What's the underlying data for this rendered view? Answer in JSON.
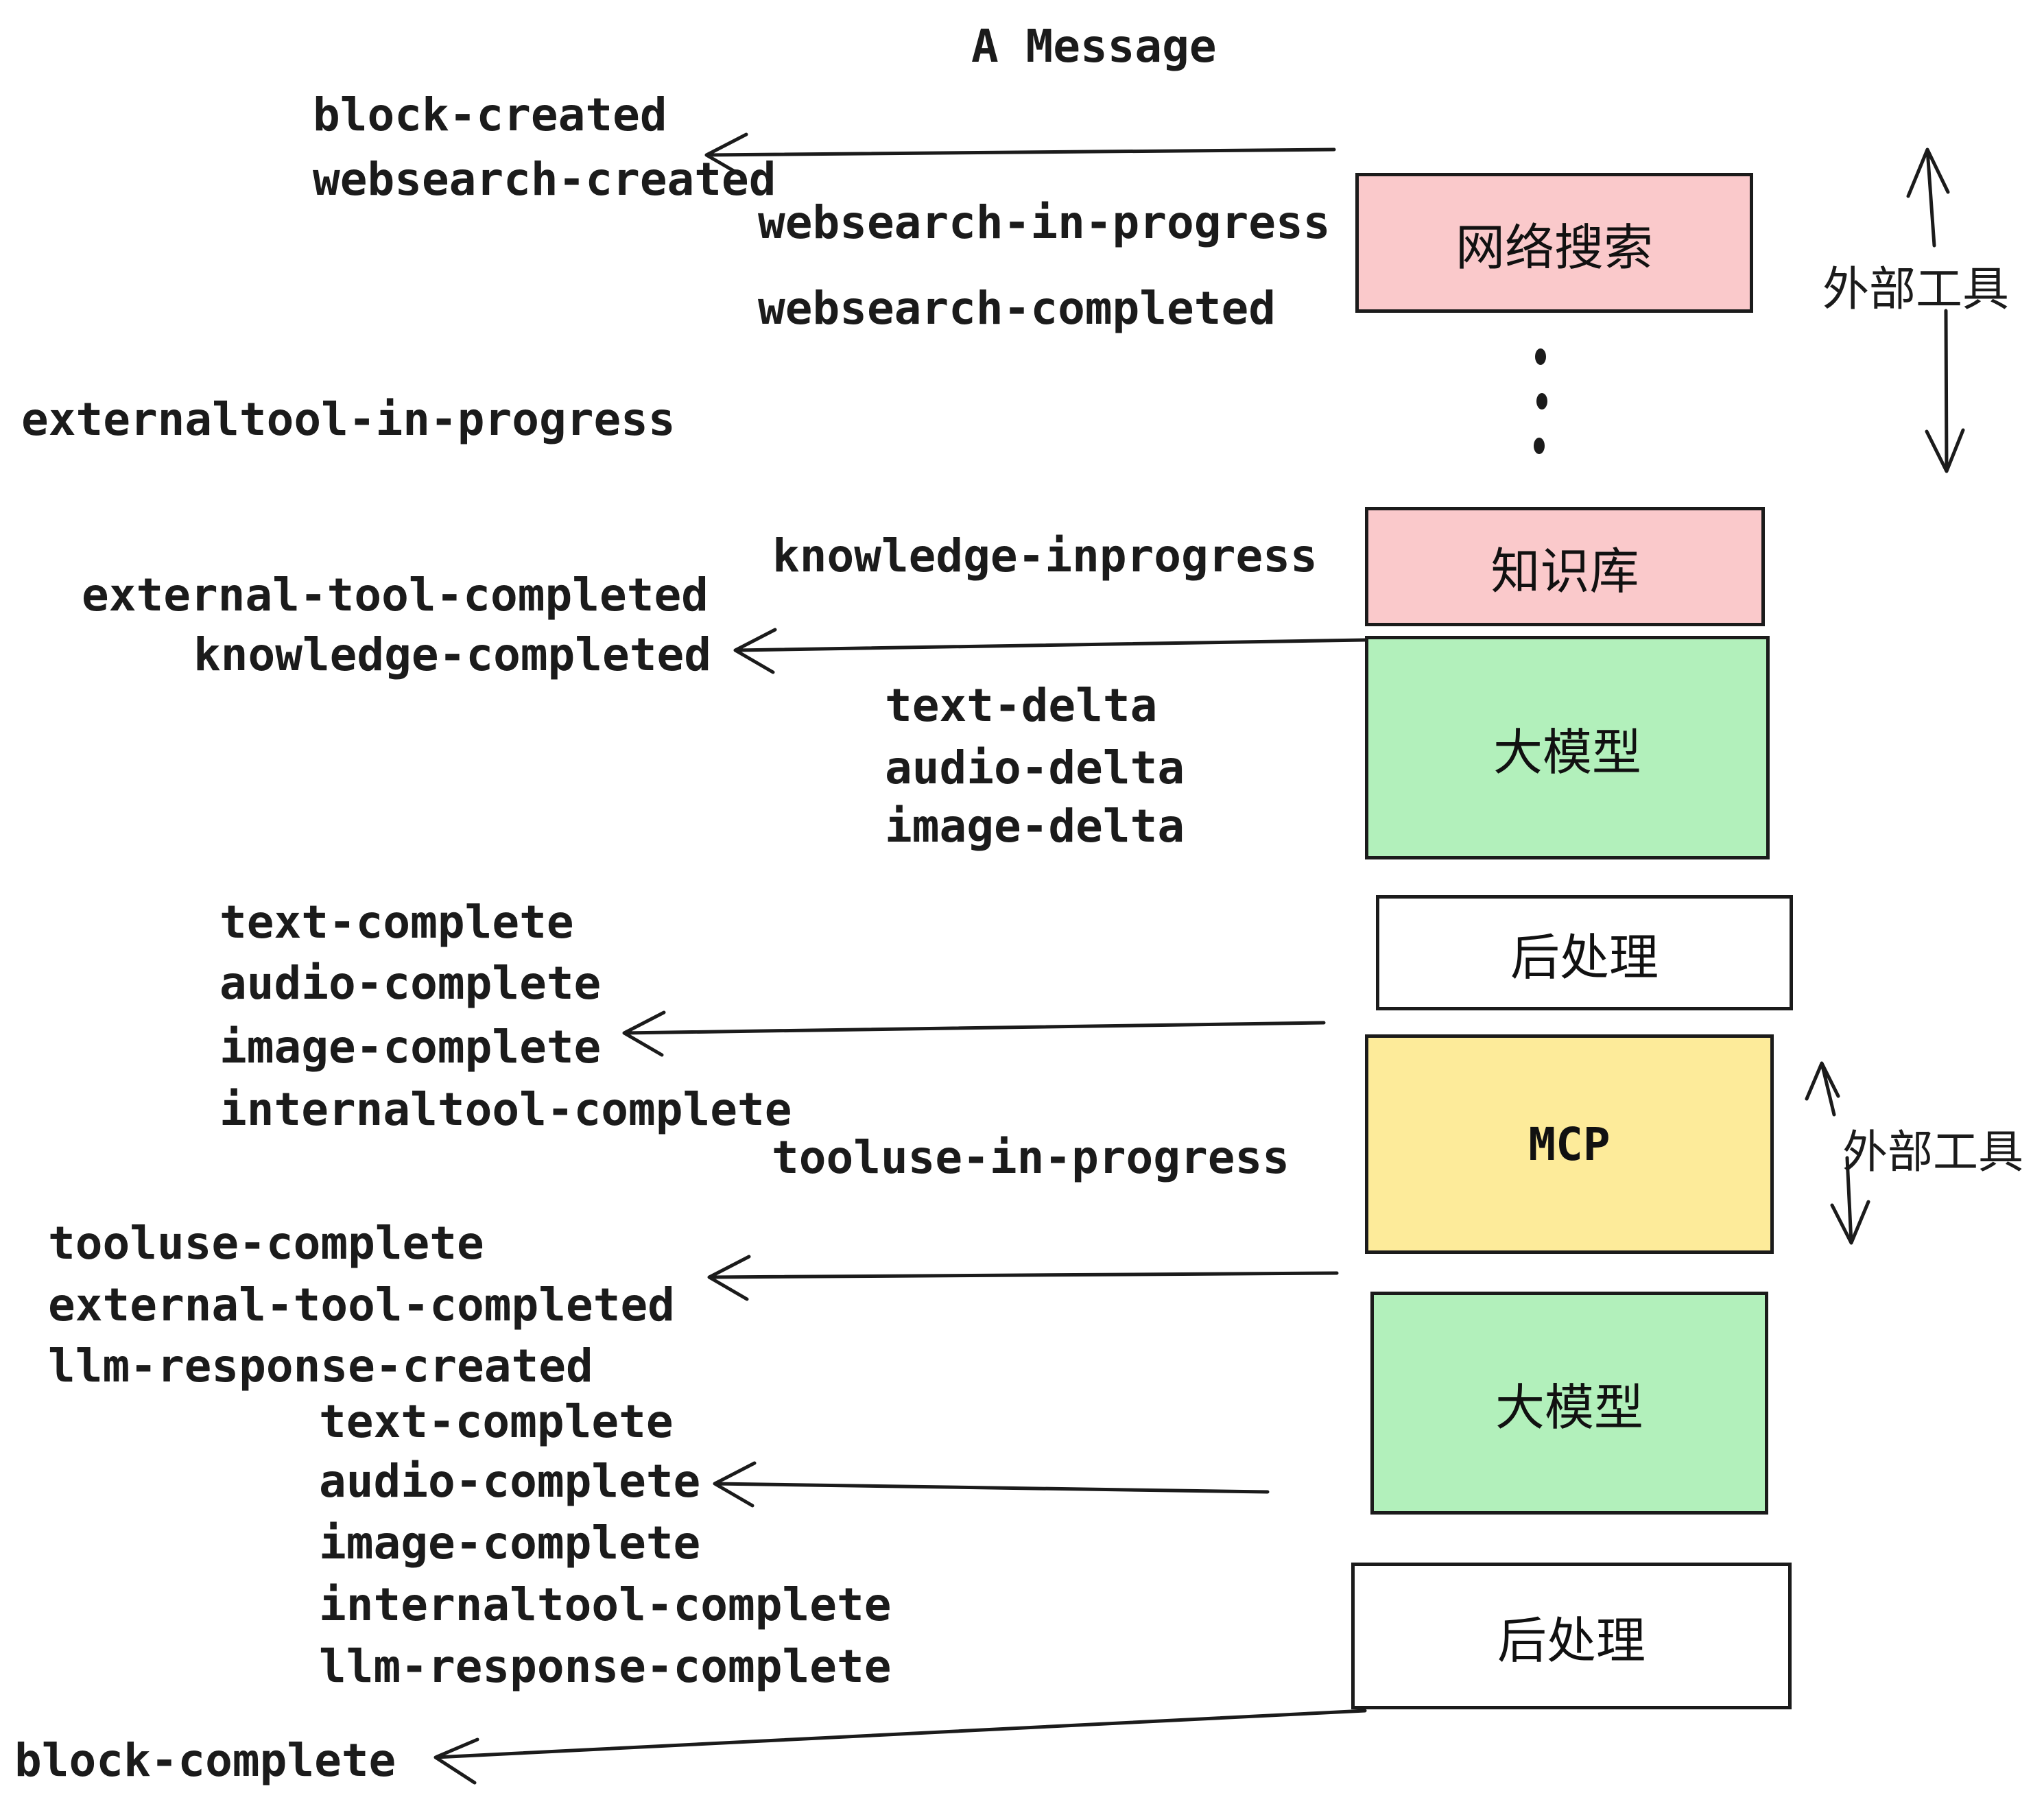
{
  "title": "A Message",
  "boxes": [
    {
      "id": "websearch",
      "label": "网络搜索",
      "fill": "#fac9cb"
    },
    {
      "id": "knowledge",
      "label": "知识库",
      "fill": "#fac9cb"
    },
    {
      "id": "llm-1",
      "label": "大模型",
      "fill": "#b2f0bb"
    },
    {
      "id": "postprocess-1",
      "label": "后处理",
      "fill": "#ffffff"
    },
    {
      "id": "mcp",
      "label": "MCP",
      "fill": "#fdeb9a"
    },
    {
      "id": "llm-2",
      "label": "大模型",
      "fill": "#b2f0bb"
    },
    {
      "id": "postprocess-2",
      "label": "后处理",
      "fill": "#ffffff"
    }
  ],
  "events": [
    {
      "label": "block-created"
    },
    {
      "label": "websearch-created"
    },
    {
      "label": "websearch-in-progress"
    },
    {
      "label": "websearch-completed"
    },
    {
      "label": "externaltool-in-progress"
    },
    {
      "label": "knowledge-inprogress"
    },
    {
      "label": "external-tool-completed"
    },
    {
      "label": "knowledge-completed"
    },
    {
      "label": "text-delta"
    },
    {
      "label": "audio-delta"
    },
    {
      "label": "image-delta"
    },
    {
      "label": "text-complete"
    },
    {
      "label": "audio-complete"
    },
    {
      "label": "image-complete"
    },
    {
      "label": "internaltool-complete"
    },
    {
      "label": "tooluse-in-progress"
    },
    {
      "label": "tooluse-complete"
    },
    {
      "label": "external-tool-completed"
    },
    {
      "label": "llm-response-created"
    },
    {
      "label": "text-complete"
    },
    {
      "label": "audio-complete"
    },
    {
      "label": "image-complete"
    },
    {
      "label": "internaltool-complete"
    },
    {
      "label": "llm-response-complete"
    },
    {
      "label": "block-complete"
    }
  ],
  "annotations": [
    {
      "label": "外部工具"
    },
    {
      "label": "外部工具"
    }
  ],
  "colors": {
    "stroke": "#1b1b1b",
    "pink": "#fac9cb",
    "green": "#b2f0bb",
    "yellow": "#fdeb9a",
    "white": "#ffffff"
  }
}
